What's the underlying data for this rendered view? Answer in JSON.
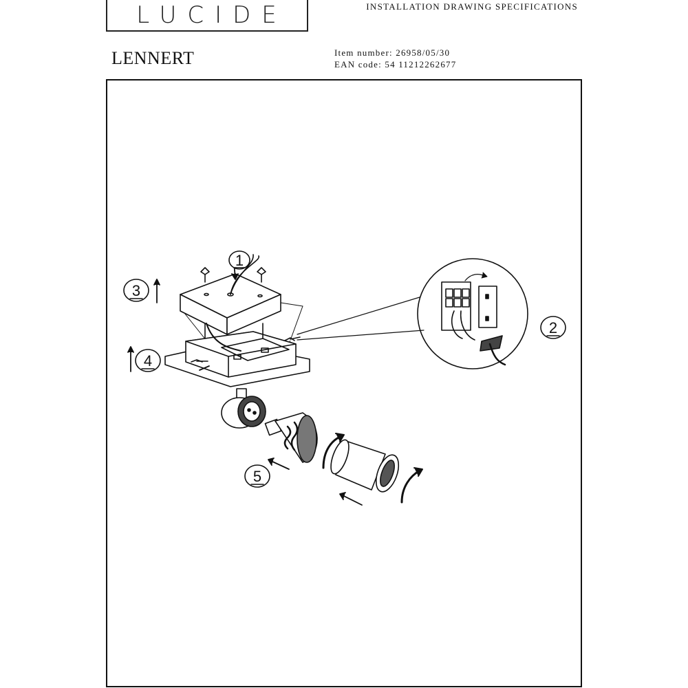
{
  "header": {
    "logo_text": "LUCIDE",
    "doc_type": "INSTALLATION DRAWING SPECIFICATIONS",
    "product_name": "LENNERT",
    "item_number": "Item number: 26958/05/30",
    "ean_code": "EAN code: 54 11212262677"
  },
  "steps": [
    {
      "number": "1"
    },
    {
      "number": "2"
    },
    {
      "number": "3"
    },
    {
      "number": "4"
    },
    {
      "number": "5"
    }
  ],
  "colors": {
    "line": "#111111",
    "background": "#ffffff"
  }
}
